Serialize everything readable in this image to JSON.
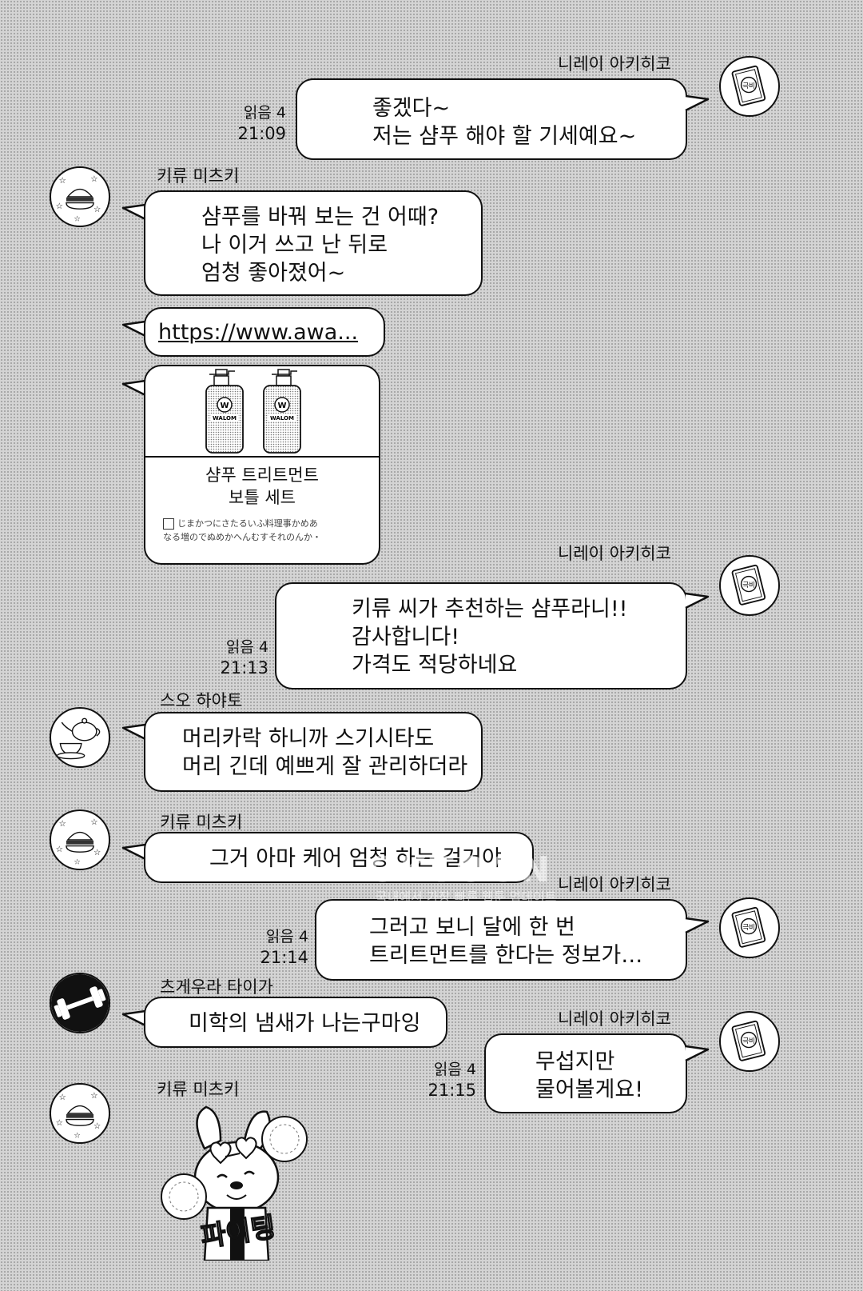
{
  "senders": {
    "nirei": "니레이 아키히코",
    "kiryu": "키류 미츠키",
    "suo": "스오 하야토",
    "tsugeura": "츠게우라 타이가"
  },
  "avatars": {
    "book_label": "극비"
  },
  "messages": {
    "m1": {
      "lines": [
        "좋겠다~",
        "저는 샴푸 해야 할 기세예요~"
      ],
      "read": "읽음 4",
      "time": "21:09"
    },
    "m2": {
      "lines": [
        "샴푸를 바꿔 보는 건 어때?",
        "나 이거 쓰고 난 뒤로",
        "엄청 좋아졌어~"
      ]
    },
    "m3": {
      "link": "https://www.awa..."
    },
    "m4": {
      "bottle_brand": "WALOM",
      "title_lines": [
        "샴푸 트리트먼트",
        "보틀 세트"
      ],
      "desc_lines": [
        "じまかつにさたるいふ料理事かめあ",
        "なる増のでぬめかへんむすそれのんか・"
      ]
    },
    "m5": {
      "lines": [
        "키류 씨가 추천하는 샴푸라니!!",
        "감사합니다!",
        "가격도 적당하네요"
      ],
      "read": "읽음 4",
      "time": "21:13"
    },
    "m6": {
      "lines": [
        "머리카락 하니까 스기시타도",
        "머리 긴데 예쁘게 잘 관리하더라"
      ]
    },
    "m7": {
      "lines": [
        "그거 아마 케어 엄청 하는 걸거야"
      ]
    },
    "m8": {
      "lines": [
        "그러고 보니 달에 한 번",
        "트리트먼트를 한다는 정보가…"
      ],
      "read": "읽음 4",
      "time": "21:14"
    },
    "m9": {
      "lines": [
        "미학의 냄새가 나는구마잉"
      ]
    },
    "m10": {
      "lines": [
        "무섭지만",
        "물어볼게요!"
      ],
      "read": "읽음 4",
      "time": "21:15"
    }
  },
  "sticker": {
    "text": "파이팅"
  },
  "watermark": {
    "brand": "OKTOON",
    "tagline": "국내에서 가장 빠른 웹툰 업데이트"
  }
}
